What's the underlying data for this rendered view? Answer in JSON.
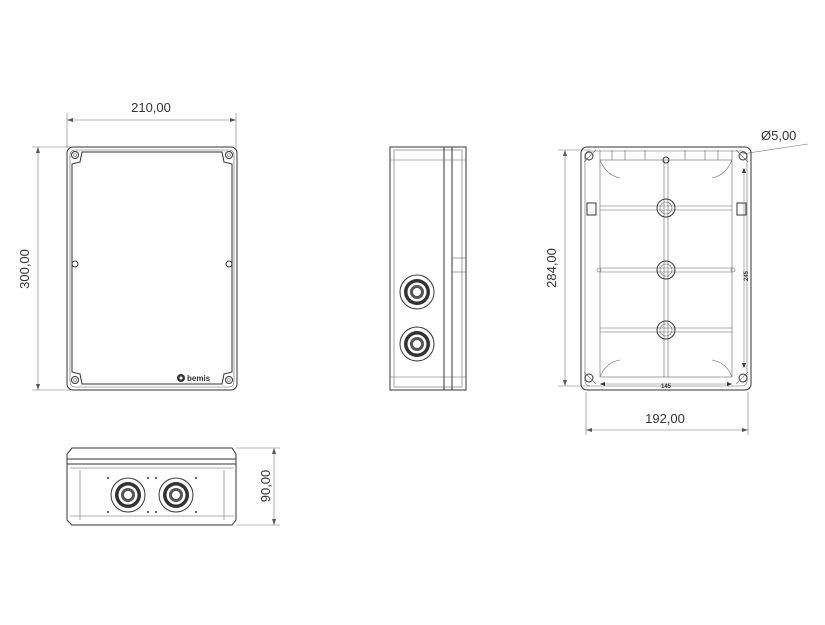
{
  "dimensions": {
    "front_width": "210,00",
    "front_height": "300,00",
    "side_depth": "90,00",
    "back_height": "284,00",
    "back_width": "192,00",
    "hole_diameter": "Ø5,00",
    "inner_width": "145",
    "inner_height": "245"
  },
  "brand": {
    "logo_text": "bemis"
  }
}
